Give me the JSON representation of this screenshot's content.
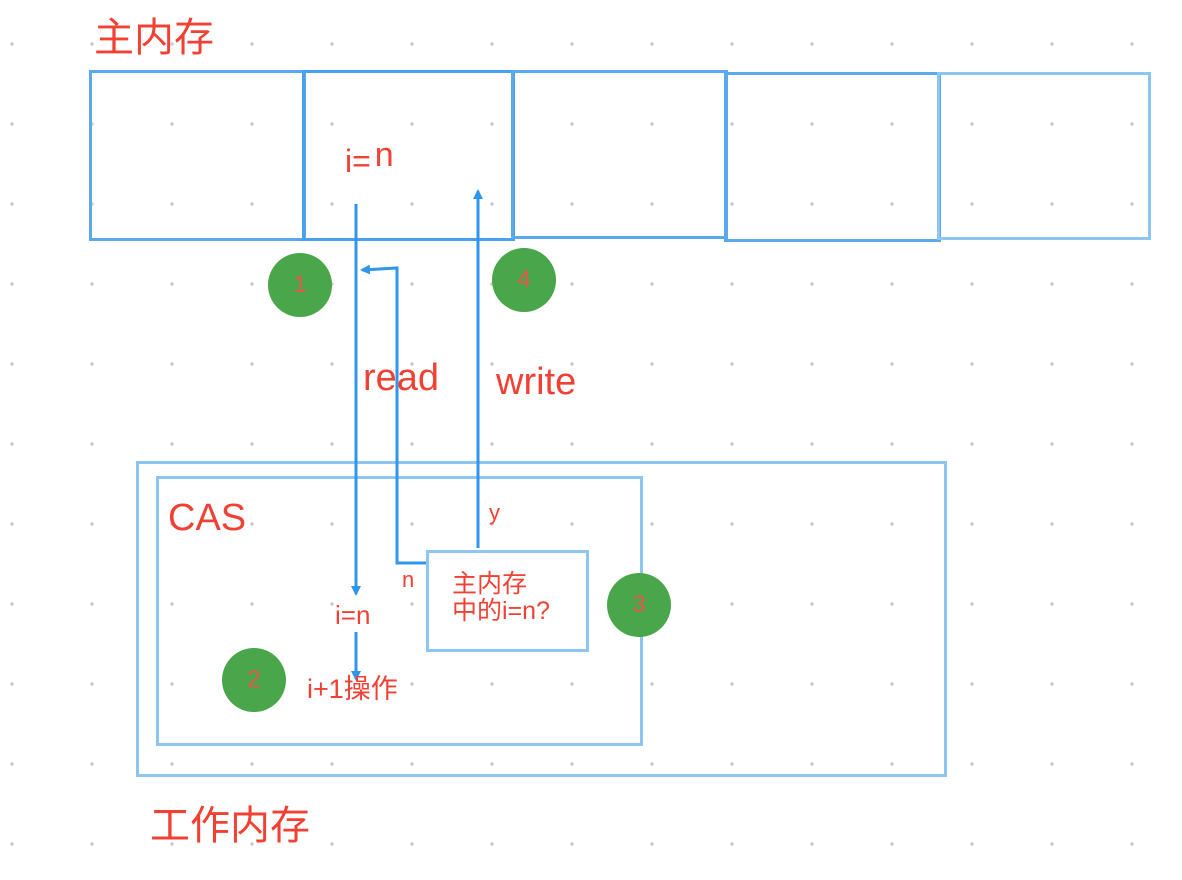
{
  "main_memory": {
    "title": "主内存",
    "variable_text": "i=",
    "variable_value": "n"
  },
  "working_memory": {
    "title": "工作内存"
  },
  "cas": {
    "title": "CAS",
    "local_value": "i=n",
    "operation": "i+1操作",
    "decision_text": "主内存\n中的i=n?",
    "yes_label": "y",
    "no_label": "n"
  },
  "flows": {
    "read_label": "read",
    "write_label": "write"
  },
  "steps": [
    "1",
    "2",
    "3",
    "4"
  ],
  "colors": {
    "label_red": "#f04134",
    "line_blue": "#2f96ec",
    "box_blue": "#8ec5f2",
    "cell_blue": "#5aa9ee",
    "badge_green": "#4aa64a",
    "badge_text": "#e8584a"
  }
}
